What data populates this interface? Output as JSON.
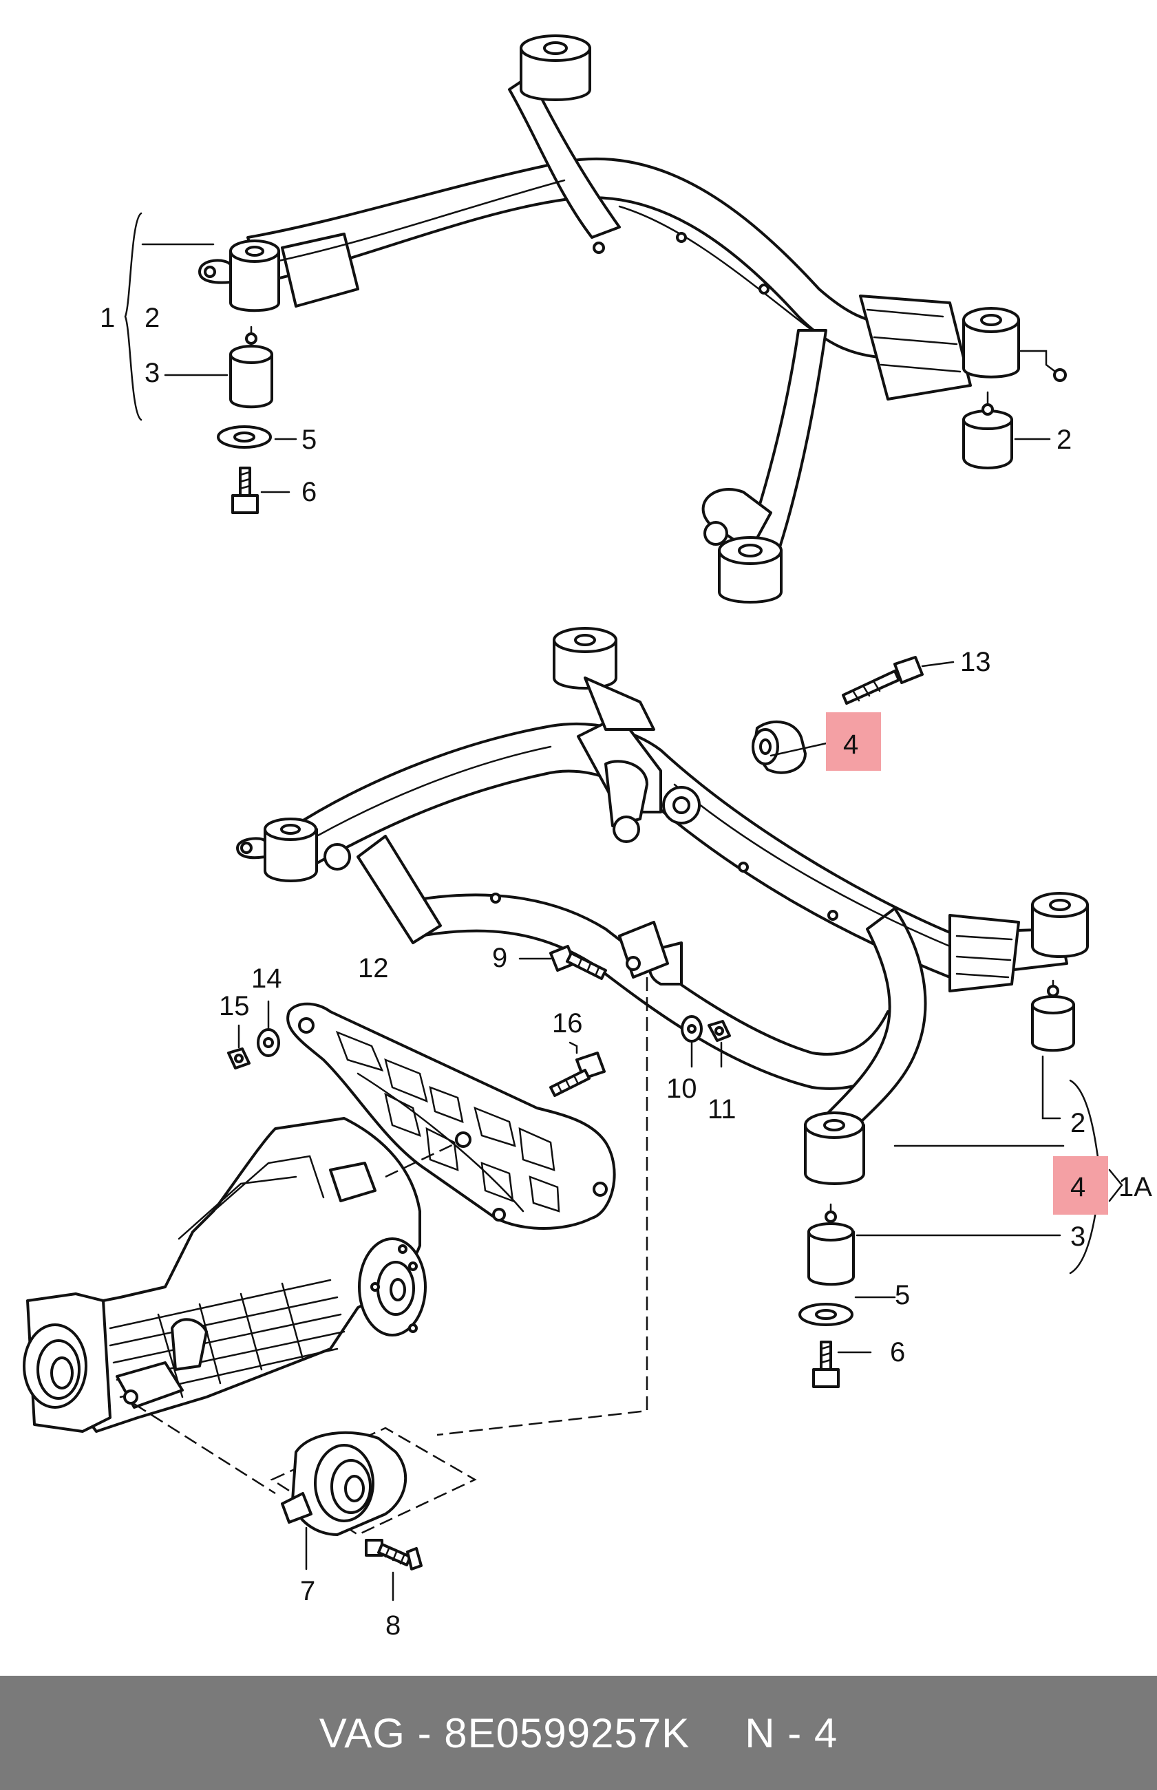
{
  "callouts": {
    "l1": "1",
    "l1A": "1A",
    "l2": "2",
    "l3": "3",
    "l4": "4",
    "l5": "5",
    "l6": "6",
    "l7": "7",
    "l8": "8",
    "l9": "9",
    "l10": "10",
    "l11": "11",
    "l12": "12",
    "l13": "13",
    "l14": "14",
    "l15": "15",
    "l16": "16"
  },
  "highlight_color": "#f4a0a4",
  "footer": {
    "background": "#7a7a7a",
    "brand": "VAG",
    "separator": " - ",
    "part_number": "8E0599257K",
    "position_label": "N - 4"
  }
}
